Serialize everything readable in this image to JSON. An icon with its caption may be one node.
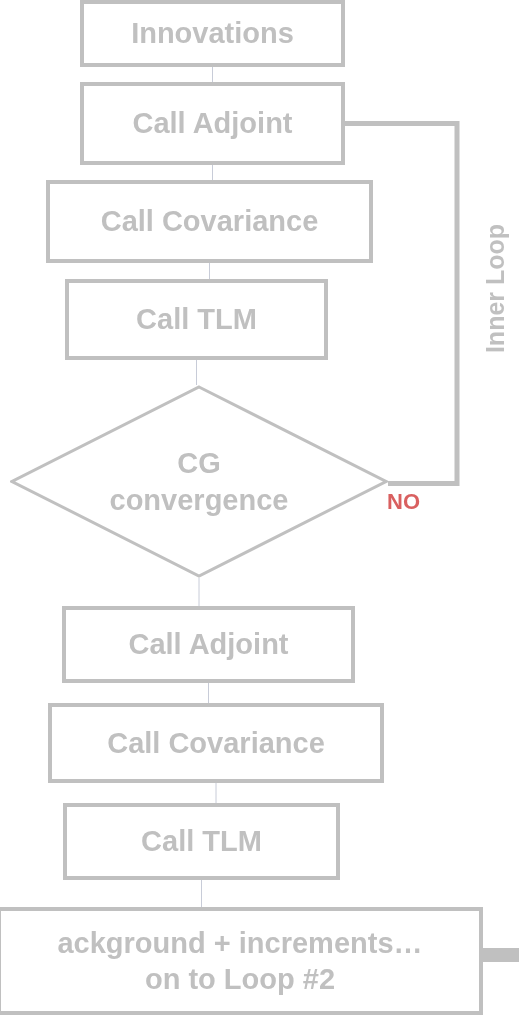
{
  "diagram": {
    "nodes": [
      {
        "text": [
          "Innovations"
        ]
      },
      {
        "text": [
          "Call Adjoint"
        ]
      },
      {
        "text": [
          "Call Covariance"
        ]
      },
      {
        "text": [
          "Call TLM"
        ]
      },
      {
        "text": [
          "CG convergence"
        ]
      },
      {
        "text": [
          "Call Adjoint"
        ]
      },
      {
        "text": [
          "Call Covariance"
        ]
      },
      {
        "text": [
          "Call TLM"
        ]
      },
      {
        "text": [
          "ackground + increments… on to Loop #2"
        ]
      }
    ],
    "edges": [
      {
        "from": 0,
        "to": 1,
        "arrow": "none"
      },
      {
        "from": 1,
        "to": 2,
        "arrow": "none"
      },
      {
        "from": 2,
        "to": 3,
        "arrow": "none"
      },
      {
        "from": 3,
        "to": 4,
        "arrow": "none"
      },
      {
        "from": 4,
        "to": 1,
        "arrow": "none",
        "label": "NO",
        "style": "thick",
        "color": "#c0c0c0"
      },
      {
        "from": 4,
        "to": 5,
        "arrow": "none"
      },
      {
        "from": 5,
        "to": 6,
        "arrow": "none"
      },
      {
        "from": 6,
        "to": 7,
        "arrow": "none"
      },
      {
        "from": 7,
        "to": 8,
        "arrow": "none"
      },
      {
        "from": 8,
        "to": null,
        "arrow": "none",
        "style": "thick",
        "color": "#c0c0c0"
      }
    ],
    "labels": [
      "Inner Loop"
    ]
  }
}
